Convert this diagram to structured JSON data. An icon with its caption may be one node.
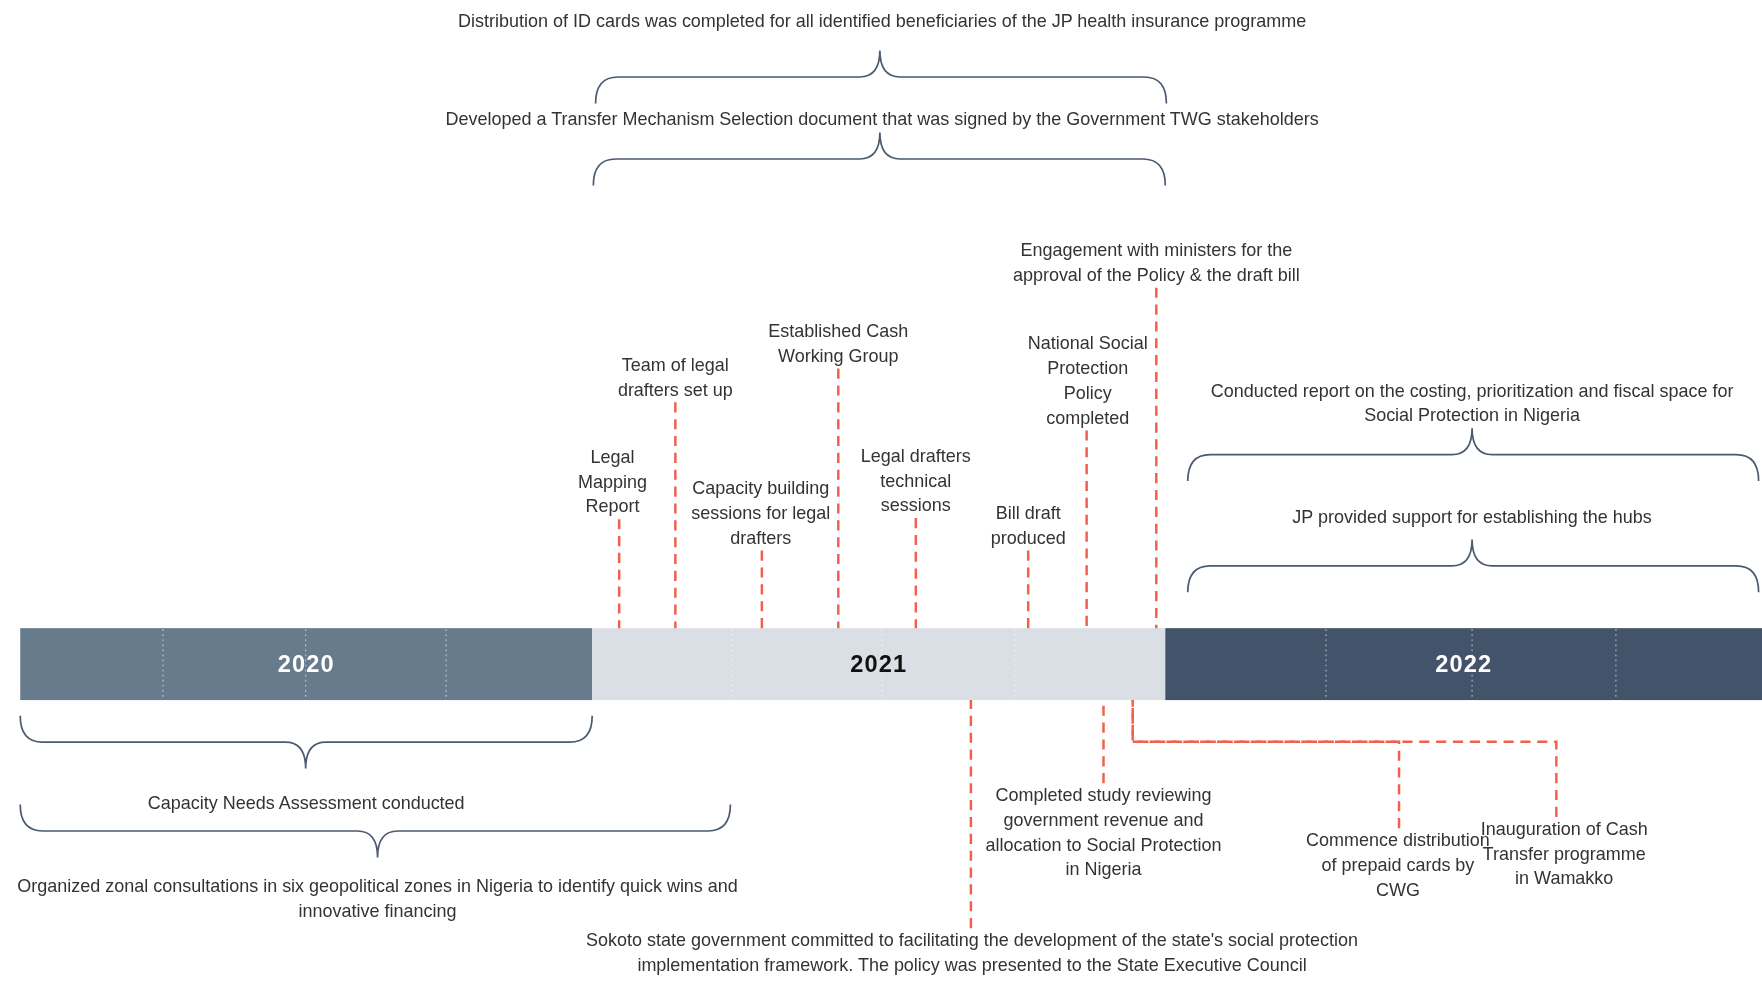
{
  "diagram": {
    "nodes": [
      {
        "text": [
          "2020"
        ]
      },
      {
        "text": [
          "2021"
        ]
      },
      {
        "text": [
          "2022"
        ]
      },
      {
        "text": [
          "Legal Mapping Report"
        ]
      },
      {
        "text": [
          "Team of legal drafters set up"
        ]
      },
      {
        "text": [
          "Capacity building sessions for legal drafters"
        ]
      },
      {
        "text": [
          "Established Cash Working Group"
        ]
      },
      {
        "text": [
          "Legal drafters technical sessions"
        ]
      },
      {
        "text": [
          "Bill draft produced"
        ]
      },
      {
        "text": [
          "National Social Protection Policy completed"
        ]
      },
      {
        "text": [
          "Engagement with ministers for the approval of the Policy & the draft bill"
        ]
      },
      {
        "text": [
          "Completed study reviewing government revenue and allocation to Social Protection in Nigeria"
        ]
      },
      {
        "text": [
          "Commence distribution of prepaid cards by CWG"
        ]
      },
      {
        "text": [
          "Inauguration of Cash Transfer programme in Wamakko"
        ]
      },
      {
        "text": [
          "Sokoto state government committed to facilitating the development of the state's social protection implementation framework. The policy was presented to the State Executive Council"
        ]
      }
    ],
    "edges": [
      {
        "from": 3,
        "to": 1,
        "arrow": "none",
        "style": "dashed",
        "color": "#f0604d"
      },
      {
        "from": 4,
        "to": 1,
        "arrow": "none",
        "style": "dashed",
        "color": "#f0604d"
      },
      {
        "from": 5,
        "to": 1,
        "arrow": "none",
        "style": "dashed",
        "color": "#f0604d"
      },
      {
        "from": 6,
        "to": 1,
        "arrow": "none",
        "style": "dashed",
        "color": "#f0604d"
      },
      {
        "from": 7,
        "to": 1,
        "arrow": "none",
        "style": "dashed",
        "color": "#f0604d"
      },
      {
        "from": 8,
        "to": 1,
        "arrow": "none",
        "style": "dashed",
        "color": "#f0604d"
      },
      {
        "from": 9,
        "to": 1,
        "arrow": "none",
        "style": "dashed",
        "color": "#f0604d"
      },
      {
        "from": 10,
        "to": 1,
        "arrow": "none",
        "style": "dashed",
        "color": "#f0604d"
      },
      {
        "from": 11,
        "to": 1,
        "arrow": "none",
        "style": "dashed",
        "color": "#f0604d"
      },
      {
        "from": 12,
        "to": 1,
        "arrow": "none",
        "style": "dashed",
        "color": "#f0604d"
      },
      {
        "from": 13,
        "to": 1,
        "arrow": "none",
        "style": "dashed",
        "color": "#f0604d"
      },
      {
        "from": 14,
        "to": 1,
        "arrow": "none",
        "style": "dashed",
        "color": "#f0604d"
      }
    ],
    "labels": [
      "Distribution of ID cards was completed for all identified beneficiaries of the JP health insurance programme",
      "Developed a Transfer Mechanism Selection document that was signed by the Government TWG stakeholders",
      "Conducted report on the costing, prioritization and fiscal space for Social Protection in Nigeria",
      "JP provided support for establishing the hubs",
      "Capacity Needs Assessment conducted",
      "Organized zonal consultations in six geopolitical zones in Nigeria to identify quick wins and innovative financing"
    ]
  }
}
